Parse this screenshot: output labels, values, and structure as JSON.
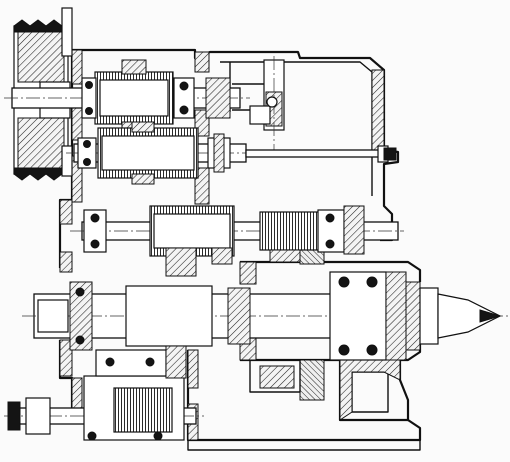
{
  "drawing": {
    "subject": "",
    "components": [
      "v-belt-pulley-icon",
      "input-shaft",
      "intermediate-shaft",
      "countershaft",
      "spindle",
      "live-center-icon",
      "shift-lever",
      "tie-rod",
      "feed-shaft",
      "gearbox-housing",
      "base-frame"
    ]
  }
}
